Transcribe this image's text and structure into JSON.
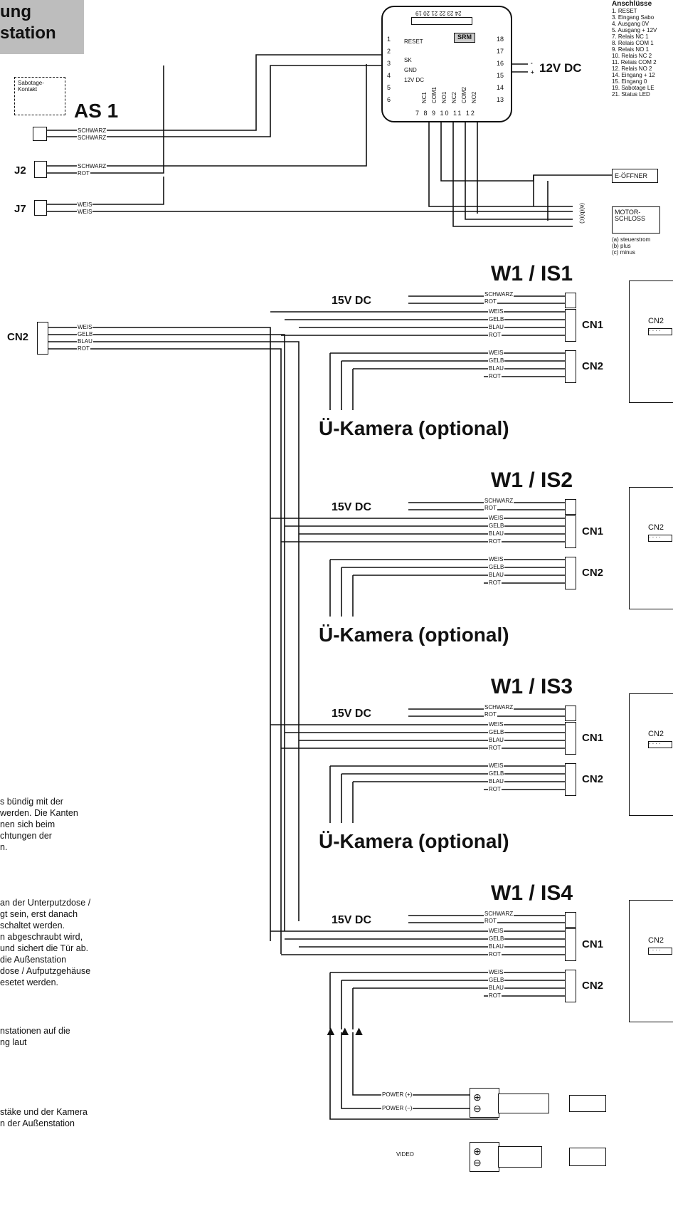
{
  "title": {
    "line1": "ung",
    "line2": "station"
  },
  "outdoor": {
    "sabotage": "Sabotage-\nKontakt",
    "as1": "AS 1",
    "j2": "J2",
    "j7": "J7",
    "cn2": "CN2",
    "wires_as1": [
      "SCHWARZ",
      "SCHWARZ"
    ],
    "wires_j2": [
      "SCHWARZ",
      "ROT"
    ],
    "wires_j7": [
      "WEIS",
      "WEIS"
    ],
    "wires_cn2": [
      "WEIS",
      "GELB",
      "BLAU",
      "ROT"
    ]
  },
  "module": {
    "top_numbers": "24 23 22 21 20 19",
    "left_numbers": [
      "1",
      "2",
      "3",
      "4",
      "5",
      "6"
    ],
    "right_numbers": [
      "18",
      "17",
      "16",
      "15",
      "14",
      "13"
    ],
    "bottom_numbers": "7  8  9  10 11 12",
    "brand": "SRM",
    "reset": "RESET",
    "sk": "SK",
    "gnd": "GND",
    "v12": "12V DC",
    "bottom_labels": [
      "NC1",
      "COM1",
      "NO1",
      "NC2",
      "COM2",
      "NO2"
    ]
  },
  "power": {
    "label": "12V DC",
    "minus": "-",
    "plus": "+"
  },
  "connections": {
    "title": "Anschlüsse",
    "items": [
      "1. RESET",
      "3. Eingang Sabo",
      "4. Ausgang     0V",
      "5. Ausgang + 12V",
      "7. Relais NC 1",
      "8. Relais COM 1",
      "9. Relais NO 1",
      "10. Relais NC 2",
      "11. Relais COM 2",
      "12. Relais NO 2",
      "14. Eingang + 12",
      "15. Eingang     0",
      "19. Sabotage LE",
      "21. Status LED"
    ]
  },
  "devices": {
    "opener": "E-ÖFFNER",
    "motorlock": "MOTOR-\nSCHLOSS",
    "abc": "(a)(b)(c)",
    "legend": [
      "(a) steuerstrom",
      "(b) plus",
      "(c) minus"
    ]
  },
  "stations": [
    {
      "title": "W1 / IS1",
      "power": "15V DC",
      "cn1": "CN1",
      "cn2": "CN2",
      "cn2_panel": "CN2",
      "camera": "Ü-Kamera (optional)"
    },
    {
      "title": "W1 / IS2",
      "power": "15V DC",
      "cn1": "CN1",
      "cn2": "CN2",
      "cn2_panel": "CN2",
      "camera": "Ü-Kamera (optional)"
    },
    {
      "title": "W1 / IS3",
      "power": "15V DC",
      "cn1": "CN1",
      "cn2": "CN2",
      "cn2_panel": "CN2",
      "camera": "Ü-Kamera (optional)"
    },
    {
      "title": "W1 / IS4",
      "power": "15V DC",
      "cn1": "CN1",
      "cn2": "CN2",
      "cn2_panel": "CN2"
    }
  ],
  "station_wires": {
    "power": [
      "SCHWARZ",
      "ROT"
    ],
    "cn1": [
      "WEIS",
      "GELB",
      "BLAU",
      "ROT"
    ],
    "cn2": [
      "WEIS",
      "GELB",
      "BLAU",
      "ROT"
    ]
  },
  "camera_cable": {
    "power_plus": "POWER (+)",
    "power_minus": "POWER (−)",
    "video": "VIDEO"
  },
  "notes": [
    [
      "s bündig mit der",
      " werden. Die Kanten",
      "nen sich beim",
      "chtungen der",
      "n."
    ],
    [
      "an der Unterputzdose /",
      "gt sein, erst danach",
      "schaltet werden.",
      "n abgeschraubt wird,",
      "und sichert die Tür ab.",
      "die Außenstation",
      "dose / Aufputzgehäuse",
      "esetet werden."
    ],
    [
      "nstationen auf die",
      "ng laut"
    ],
    [
      "stäke und der Kamera",
      "n der Außenstation"
    ]
  ]
}
